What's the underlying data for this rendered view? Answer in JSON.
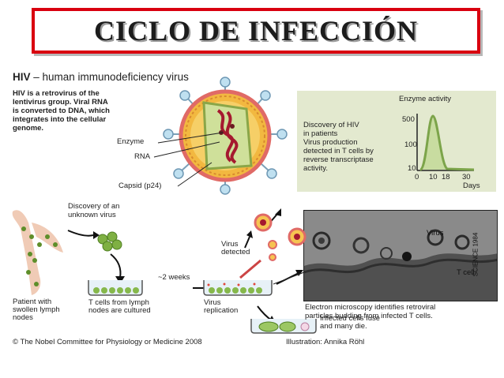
{
  "slide_title": "CICLO DE INFECCIÓN",
  "figure": {
    "heading_bold": "HIV",
    "heading_rest": " – human immunodeficiency virus",
    "description": [
      "HIV is a retrovirus of the",
      "lentivirus group. Viral RNA",
      "is converted to DNA, which",
      "integrates into the cellular",
      "genome."
    ],
    "labels": {
      "enzyme": "Enzyme",
      "rna": "RNA",
      "capsid": "Capsid (p24)"
    },
    "graph": {
      "title": "Enzyme activity",
      "y_ticks": [
        "500",
        "100",
        "10"
      ],
      "x_ticks": [
        "0",
        "10",
        "18",
        "30"
      ],
      "x_unit": "Days",
      "text": [
        "Discovery of HIV",
        "in patients",
        "Virus production",
        "detected in T cells by",
        "reverse transcriptase",
        "activity."
      ]
    },
    "steps": {
      "discovery": [
        "Discovery of an",
        "unknown virus"
      ],
      "patient": [
        "Patient with",
        "swollen lymph",
        "nodes"
      ],
      "t_cells": [
        "T cells from lymph",
        "nodes are cultured"
      ],
      "weeks": "~2 weeks",
      "virus_detected": [
        "Virus",
        "detected"
      ],
      "virus_replication": [
        "Virus",
        "replication"
      ],
      "fuse": [
        "Infected cells fuse",
        "and many die."
      ]
    },
    "micrograph": {
      "virus_label": "Virus",
      "tcell_label": "T cell",
      "credit_vertical": "SCIENCE 1984",
      "caption": [
        "Electron microscopy identifies retroviral",
        "particles budding from infected T cells."
      ]
    },
    "footer": {
      "copyright": "© The Nobel Committee for Physiology or Medicine 2008",
      "illustration": "Illustration: Annika Röhl"
    }
  },
  "colors": {
    "title_border": "#d9000f",
    "panel": "#e3e9cf",
    "cell_green": "#6fa43a",
    "virus_orange": "#f0b23a",
    "rna_red": "#a5192f"
  }
}
